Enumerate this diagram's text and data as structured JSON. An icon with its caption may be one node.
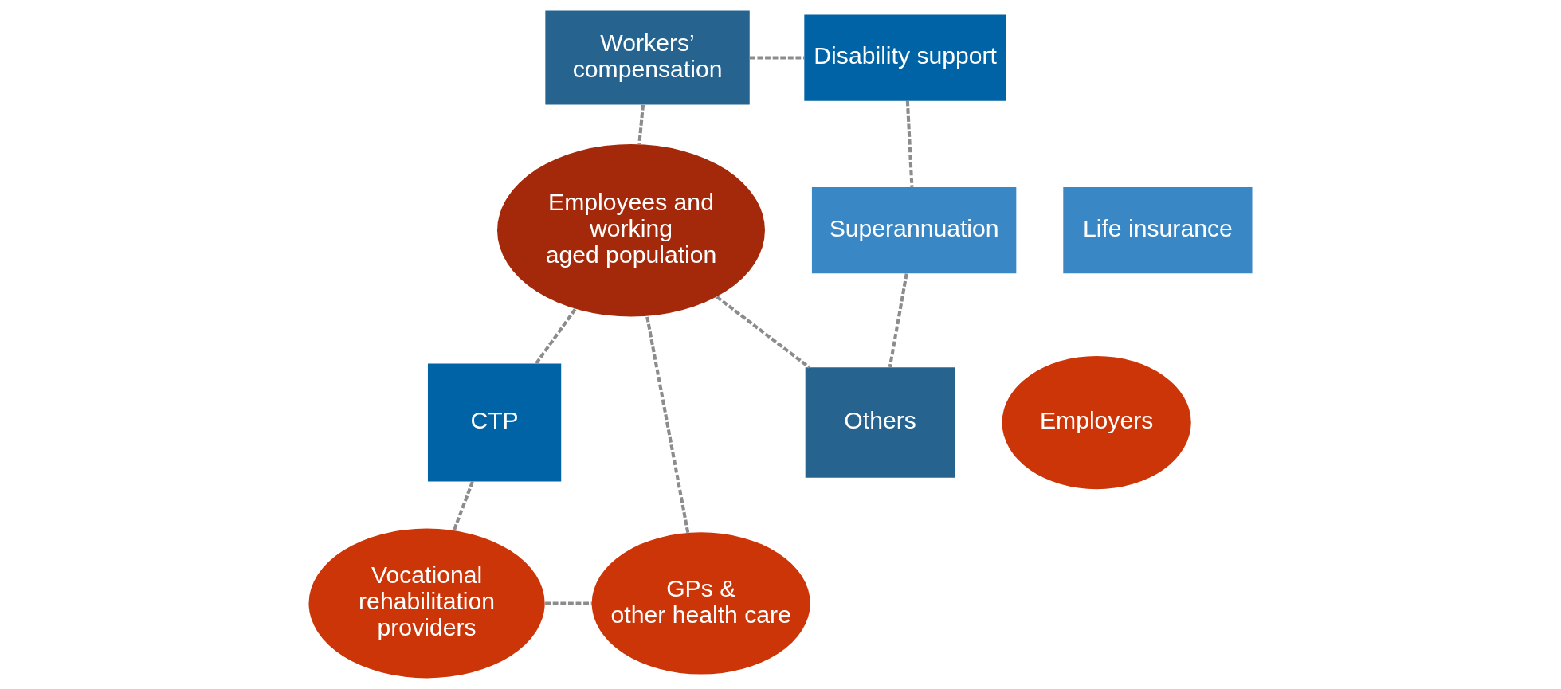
{
  "diagram": {
    "nodes": [
      {
        "text": [
          "Workers’ compensation"
        ]
      },
      {
        "text": [
          "Disability support"
        ]
      },
      {
        "text": [
          "Life insurance"
        ]
      },
      {
        "text": [
          "Superannuation"
        ]
      },
      {
        "text": [
          "Employees and working aged population"
        ]
      },
      {
        "text": [
          "CTP"
        ]
      },
      {
        "text": [
          "Others"
        ]
      },
      {
        "text": [
          "Vocational rehabilitation providers"
        ]
      },
      {
        "text": [
          "GPs & other health care"
        ]
      },
      {
        "text": [
          "Employers"
        ]
      }
    ],
    "edges": [
      {
        "from": 0,
        "to": 1,
        "arrow": "none",
        "style": "dashed"
      },
      {
        "from": 1,
        "to": 3,
        "arrow": "none",
        "style": "dashed"
      },
      {
        "from": 3,
        "to": 6,
        "arrow": "none",
        "style": "dashed"
      },
      {
        "from": 0,
        "to": 4,
        "arrow": "none",
        "style": "dashed"
      },
      {
        "from": 5,
        "to": 4,
        "arrow": "none",
        "style": "dashed"
      },
      {
        "from": 4,
        "to": 6,
        "arrow": "none",
        "style": "dashed"
      },
      {
        "from": 5,
        "to": 7,
        "arrow": "none",
        "style": "dashed"
      },
      {
        "from": 7,
        "to": 8,
        "arrow": "none",
        "style": "dashed"
      },
      {
        "from": 8,
        "to": 4,
        "arrow": "none",
        "style": "dashed"
      }
    ]
  }
}
